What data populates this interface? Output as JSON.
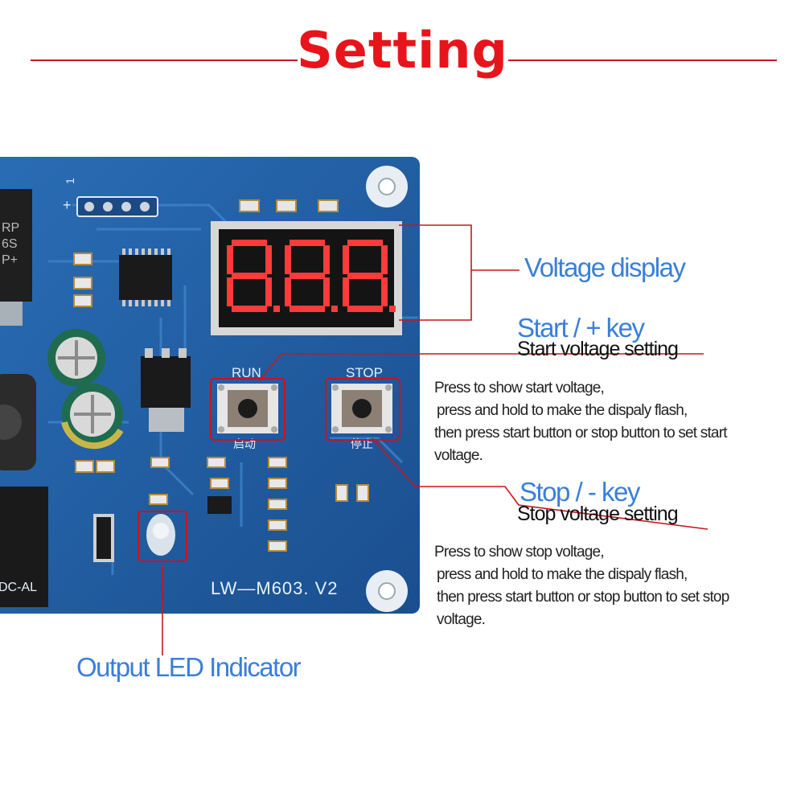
{
  "heading": {
    "title": "Setting"
  },
  "board": {
    "model": "LW—M603. V2",
    "run_label": "RUN",
    "stop_label": "STOP",
    "run_cn": "启动",
    "stop_cn": "停止",
    "pin_label": "1",
    "relay_text": "DC-AL",
    "board_color": "#1f5fa3",
    "display_color": "#ff3030"
  },
  "annotations": {
    "voltage_display": "Voltage display",
    "start_key": {
      "title": "Start / + key",
      "subtitle": "Start voltage setting",
      "description": [
        "Press to show start voltage,",
        "press and hold to make the dispaly flash,",
        "then press start button or stop button to set start",
        "voltage."
      ]
    },
    "stop_key": {
      "title": "Stop / - key",
      "subtitle": "Stop voltage setting",
      "description": [
        "Press to show stop voltage,",
        "press and hold to make the dispaly flash,",
        "then press start button or stop button to set stop",
        "voltage."
      ]
    },
    "output_led": "Output LED Indicator"
  },
  "colors": {
    "accent_red": "#e8141b",
    "label_blue": "#3a7fd9",
    "leader_red": "#c8161d"
  }
}
